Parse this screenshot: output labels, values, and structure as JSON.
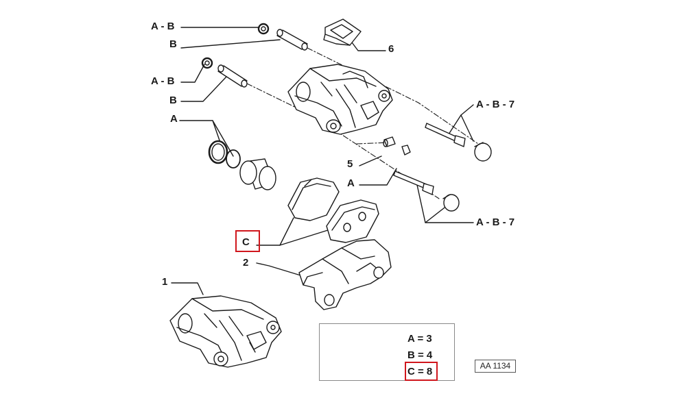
{
  "callouts": {
    "ab_top": "A - B",
    "b_top": "B",
    "ab_mid": "A - B",
    "b_mid": "B",
    "a_seals": "A",
    "six": "6",
    "ab7_top": "A - B - 7",
    "five": "5",
    "a_screw": "A",
    "ab7_bottom": "A - B - 7",
    "c_pads": "C",
    "two": "2",
    "one": "1"
  },
  "legend": {
    "line_a": "A = 3",
    "line_b": "B = 4",
    "line_c": "C = 8"
  },
  "reference_code": "AA 1134",
  "colors": {
    "highlight": "#d0161c",
    "line": "#1a1a1a"
  }
}
